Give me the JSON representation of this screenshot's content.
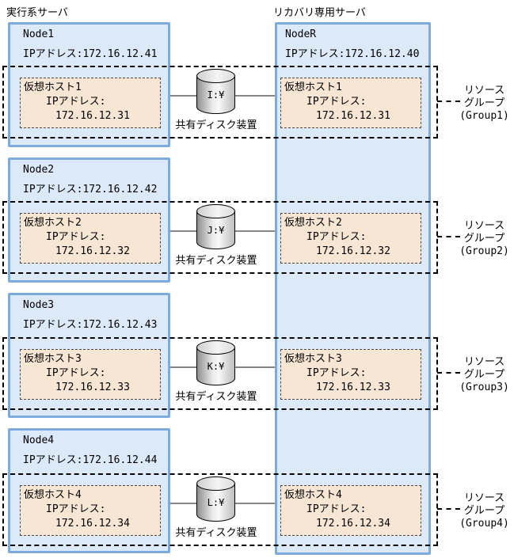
{
  "titles": {
    "left": "実行系サーバ",
    "right": "リカバリ専用サーバ"
  },
  "colors": {
    "node_fill": "#dbe9f8",
    "node_border": "#7dabde",
    "vhost_fill": "#f7e6d3",
    "group_dash": "#000000",
    "connector_gray": "#858585"
  },
  "recovery_server": {
    "name": "NodeR",
    "ip_label": "IPアドレス:172.16.12.40"
  },
  "rows": [
    {
      "node": {
        "name": "Node1",
        "ip_label": "IPアドレス:172.16.12.41"
      },
      "active_vhost": {
        "name": "仮想ホスト1",
        "ip_caption": "IPアドレス:",
        "ip": "172.16.12.31"
      },
      "recovery_vhost": {
        "name": "仮想ホスト1",
        "ip_caption": "IPアドレス:",
        "ip": "172.16.12.31"
      },
      "disk": {
        "drive": "I:¥",
        "label": "共有ディスク装置"
      },
      "group": {
        "line1": "リソース",
        "line2": "グループ",
        "line3": "(Group1)"
      }
    },
    {
      "node": {
        "name": "Node2",
        "ip_label": "IPアドレス:172.16.12.42"
      },
      "active_vhost": {
        "name": "仮想ホスト2",
        "ip_caption": "IPアドレス:",
        "ip": "172.16.12.32"
      },
      "recovery_vhost": {
        "name": "仮想ホスト2",
        "ip_caption": "IPアドレス:",
        "ip": "172.16.12.32"
      },
      "disk": {
        "drive": "J:¥",
        "label": "共有ディスク装置"
      },
      "group": {
        "line1": "リソース",
        "line2": "グループ",
        "line3": "(Group2)"
      }
    },
    {
      "node": {
        "name": "Node3",
        "ip_label": "IPアドレス:172.16.12.43"
      },
      "active_vhost": {
        "name": "仮想ホスト3",
        "ip_caption": "IPアドレス:",
        "ip": "172.16.12.33"
      },
      "recovery_vhost": {
        "name": "仮想ホスト3",
        "ip_caption": "IPアドレス:",
        "ip": "172.16.12.33"
      },
      "disk": {
        "drive": "K:¥",
        "label": "共有ディスク装置"
      },
      "group": {
        "line1": "リソース",
        "line2": "グループ",
        "line3": "(Group3)"
      }
    },
    {
      "node": {
        "name": "Node4",
        "ip_label": "IPアドレス:172.16.12.44"
      },
      "active_vhost": {
        "name": "仮想ホスト4",
        "ip_caption": "IPアドレス:",
        "ip": "172.16.12.34"
      },
      "recovery_vhost": {
        "name": "仮想ホスト4",
        "ip_caption": "IPアドレス:",
        "ip": "172.16.12.34"
      },
      "disk": {
        "drive": "L:¥",
        "label": "共有ディスク装置"
      },
      "group": {
        "line1": "リソース",
        "line2": "グループ",
        "line3": "(Group4)"
      }
    }
  ]
}
